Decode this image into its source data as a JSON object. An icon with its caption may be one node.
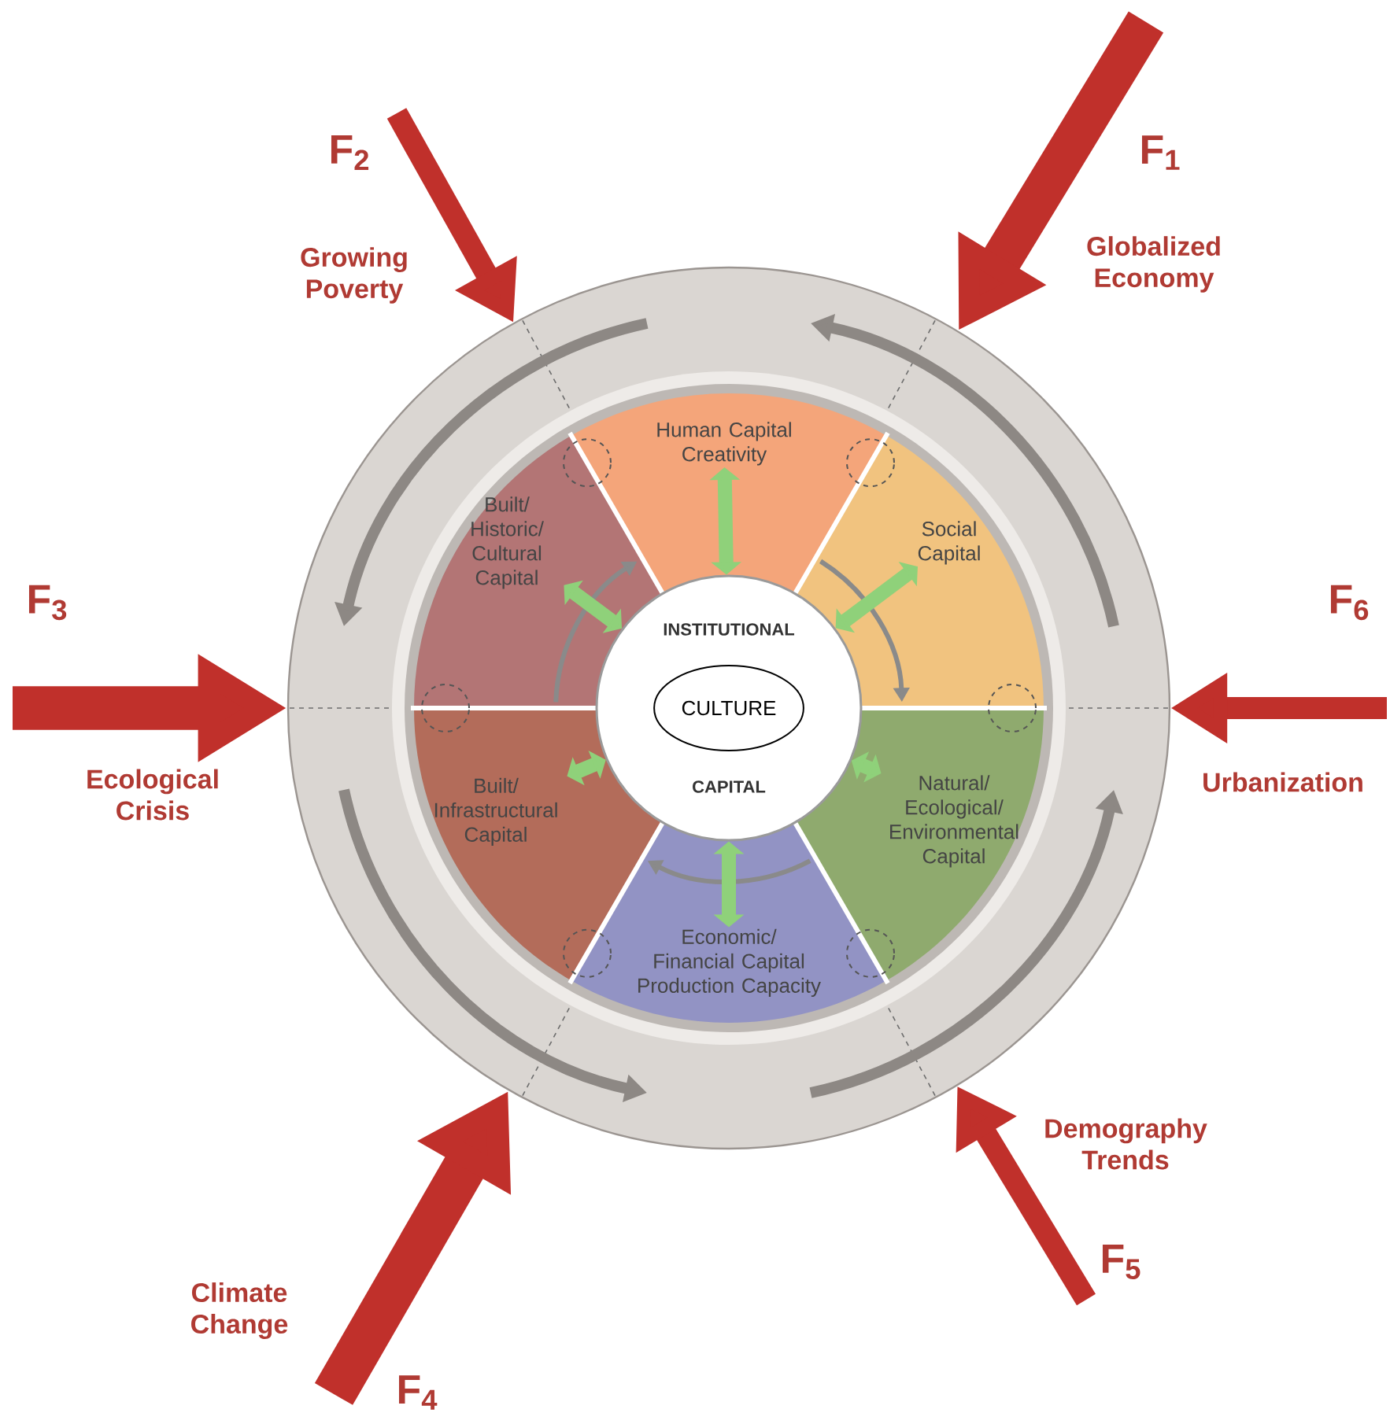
{
  "diagram": {
    "nodes": [
      {
        "text": [],
        "shape": "circle"
      },
      {
        "text": [
          "Human Capital Creativity"
        ],
        "in": 0
      },
      {
        "text": [
          "Social Capital"
        ],
        "in": 0
      },
      {
        "text": [
          "Natural/ Ecological/ Environmental Capital"
        ],
        "in": 0
      },
      {
        "text": [
          "Economic/ Financial Capital Production Capacity"
        ],
        "in": 0
      },
      {
        "text": [
          "Built/ Infrastructural Capital"
        ],
        "in": 0
      },
      {
        "text": [
          "Built/ Historic/ Cultural Capital"
        ],
        "in": 0
      },
      {
        "text": [
          "INSTITUTIONAL",
          "CAPITAL"
        ],
        "in": 0
      },
      {
        "text": [
          "CULTURE"
        ],
        "in": 7
      }
    ],
    "edges": [
      {
        "from": null,
        "to": 0,
        "arrow": "to",
        "style": "thick",
        "color": "#c0302b"
      },
      {
        "from": null,
        "to": 0,
        "arrow": "to",
        "color": "#c0302b"
      },
      {
        "from": null,
        "to": 0,
        "arrow": "to",
        "style": "thick",
        "color": "#c0302b"
      },
      {
        "from": null,
        "to": 0,
        "arrow": "to",
        "style": "thick",
        "color": "#c0302b"
      },
      {
        "from": null,
        "to": 0,
        "arrow": "to",
        "color": "#c0302b"
      },
      {
        "from": null,
        "to": 0,
        "arrow": "to",
        "color": "#c0302b"
      },
      {
        "from": 7,
        "to": 1,
        "arrow": "both",
        "color": "#8fd17a"
      },
      {
        "from": 7,
        "to": 2,
        "arrow": "both",
        "color": "#8fd17a"
      },
      {
        "from": 7,
        "to": 3,
        "arrow": "both",
        "color": "#8fd17a"
      },
      {
        "from": 7,
        "to": 4,
        "arrow": "both",
        "color": "#8fd17a"
      },
      {
        "from": 7,
        "to": 5,
        "arrow": "both",
        "color": "#8fd17a"
      },
      {
        "from": 7,
        "to": 6,
        "arrow": "both",
        "color": "#8fd17a"
      }
    ],
    "labels": [
      "F$_{2}$",
      "Growing Poverty",
      "F$_{1}$",
      "Globalized Economy",
      "F$_{3}$",
      "F$_{6}$",
      "Ecological Crisis",
      "Urbanization",
      "Demography Trends",
      "F$_{5}$",
      "Climate Change",
      "F$_{4}$"
    ]
  }
}
